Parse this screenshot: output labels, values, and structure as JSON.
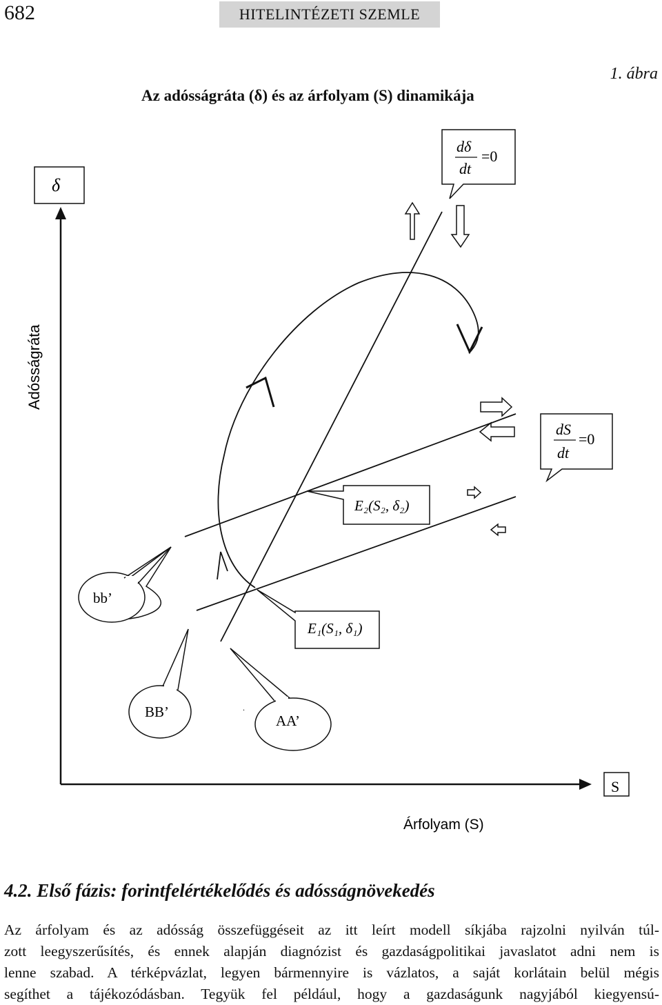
{
  "header": {
    "page_number": "682",
    "journal": "HITELINTÉZETI SZEMLE"
  },
  "figure": {
    "label": "1. ábra",
    "title": "Az adósságráta (δ) és az árfolyam (S) dinamikája",
    "y_axis_title": "Adósságráta",
    "x_axis_title": "Árfolyam (S)",
    "y_axis_symbol": "δ",
    "x_axis_symbol": "S",
    "ddelta_dt_box": {
      "num": "dδ",
      "den": "dt",
      "eq": "=0"
    },
    "ds_dt_box": {
      "num": "dS",
      "den": "dt",
      "eq": "=0"
    },
    "e2_label": "E₂(S₂, δ₂)",
    "e1_label": "E₁(S₁, δ₁)",
    "bb_small": "bb’",
    "bb_big": "BB’",
    "aa": "AA’",
    "dot": "."
  },
  "section": {
    "heading": "4.2. Első fázis: forintfelértékelődés és adósságnövekedés",
    "lines": [
      "Az árfolyam és az adósság összefüggéseit az itt leírt modell síkjába rajzolni nyilván túl-",
      "zott leegyszerűsítés, és ennek alapján diagnózist és gazdaságpolitikai javaslatot adni nem is",
      "lenne szabad. A térképvázlat, legyen bármennyire is vázlatos, a saját korlátain belül mégis",
      "segíthet a tájékozódásban. Tegyük fel például, hogy a gazdaságunk nagyjából kiegyensú-"
    ]
  }
}
